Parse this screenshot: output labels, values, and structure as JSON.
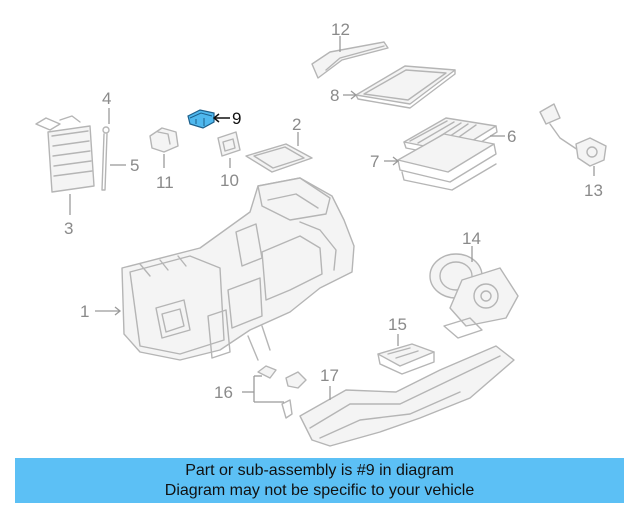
{
  "diagram": {
    "labels": {
      "p1": "1",
      "p2": "2",
      "p3": "3",
      "p4": "4",
      "p5": "5",
      "p6": "6",
      "p7": "7",
      "p8": "8",
      "p9": "9",
      "p10": "10",
      "p11": "11",
      "p12": "12",
      "p13": "13",
      "p14": "14",
      "p15": "15",
      "p16": "16",
      "p17": "17"
    },
    "highlighted_part": "9",
    "colors": {
      "highlight": "#4fb8ee",
      "caption_bg": "#5cc0f5",
      "line_gray": "#b5b5b5"
    }
  },
  "caption": {
    "line1": "Part or sub-assembly is #9 in diagram",
    "line2": "Diagram may not be specific to your vehicle"
  }
}
